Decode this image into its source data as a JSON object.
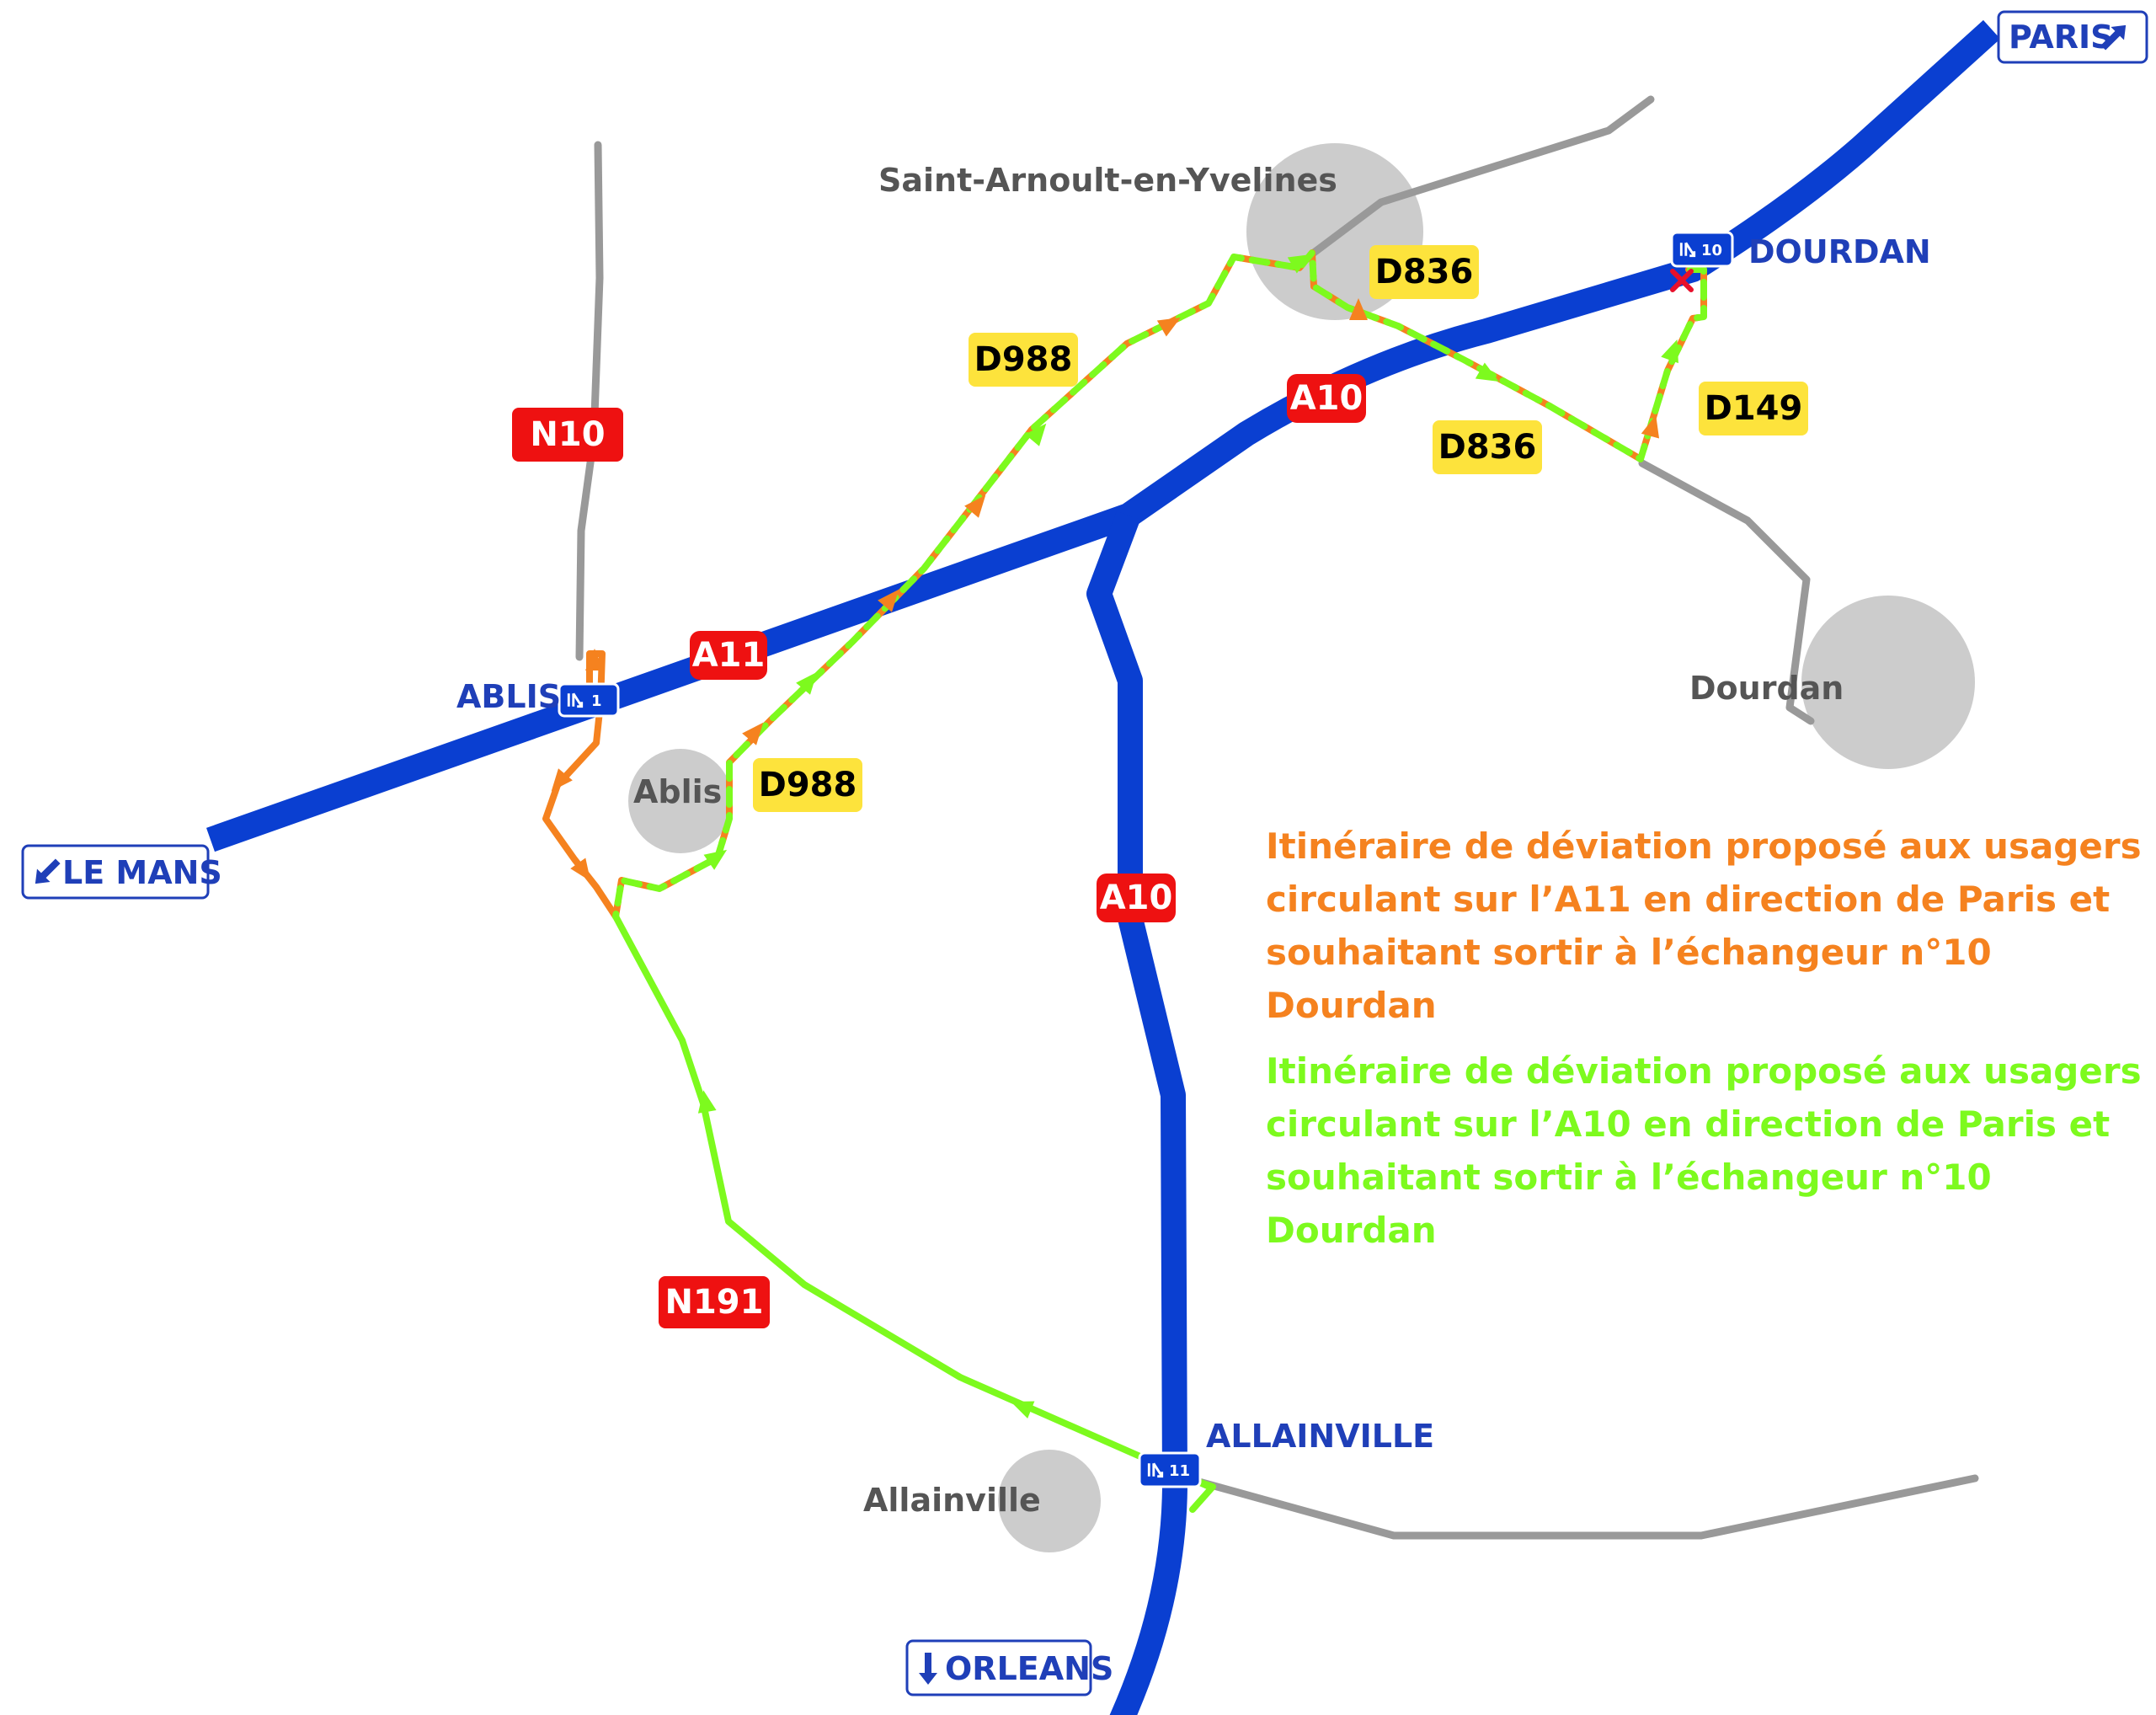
{
  "colors": {
    "motorway": "#0a3fd1",
    "secondary_road": "#999999",
    "town": "#cccccc",
    "route_a11": "#f5821f",
    "route_a10": "#7dfa1e",
    "closure": "#e8102b",
    "national_road_badge": "#ee1111",
    "departmental_road_badge": "#fde33c"
  },
  "towns": [
    {
      "id": "saint-arnoult",
      "label": "Saint-Arnoult-en-Yvelines"
    },
    {
      "id": "ablis",
      "label": "Ablis"
    },
    {
      "id": "dourdan",
      "label": "Dourdan"
    },
    {
      "id": "allainville",
      "label": "Allainville"
    }
  ],
  "roads": {
    "A11_upper": "A10",
    "A11_west": "A11",
    "A10_south": "A10",
    "N10": "N10",
    "N191": "N191",
    "D988_north": "D988",
    "D988_south": "D988",
    "D836_north": "D836",
    "D836_south": "D836",
    "D149": "D149"
  },
  "interchanges": [
    {
      "id": "ablis",
      "name": "ABLIS",
      "number": "1"
    },
    {
      "id": "dourdan",
      "name": "DOURDAN",
      "number": "10"
    },
    {
      "id": "allainville",
      "name": "ALLAINVILLE",
      "number": "11"
    }
  ],
  "directions": {
    "paris": "PARIS",
    "le_mans": "LE MANS",
    "orleans": "ORLEANS"
  },
  "legend": {
    "orange": [
      "Itinéraire de déviation proposé aux usagers",
      "circulant sur l’A11 en direction de Paris et",
      "souhaitant sortir à l’échangeur n°10 Dourdan"
    ],
    "green": [
      "Itinéraire de déviation proposé aux usagers",
      "circulant sur l’A10 en direction de Paris et",
      "souhaitant sortir à l’échangeur n°10 Dourdan"
    ]
  }
}
